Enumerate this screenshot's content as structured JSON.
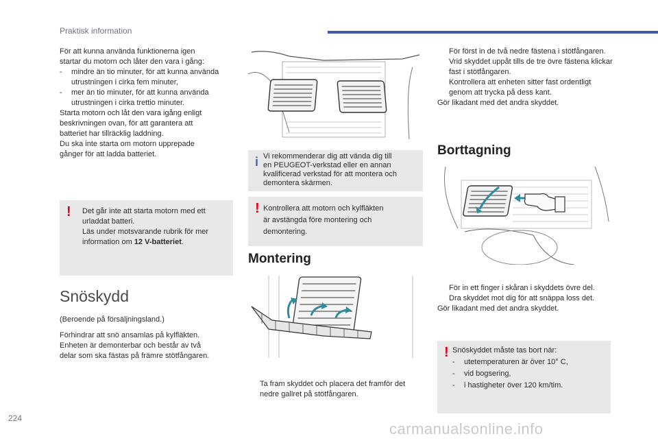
{
  "header": {
    "title": "Praktisk information"
  },
  "page_number": "224",
  "watermark": "carmanualsonline.info",
  "col1": {
    "intro_lines": [
      "För att kunna använda funktionerna igen",
      "startar du motorn och låter den vara i gång:"
    ],
    "dash_items": [
      "mindre än tio minuter, för att kunna använda utrustningen i cirka fem minuter,",
      "mer än tio minuter, för att kunna använda utrustningen i cirka trettio minuter."
    ],
    "dash_symbol": "-",
    "outro_lines": [
      "Starta motorn och låt den vara igång enligt",
      "beskrivningen ovan, för att garantera att",
      "batteriet har tillräcklig laddning.",
      "Du ska inte starta om motorn upprepade",
      "gånger för att ladda batteriet."
    ],
    "warning_box": {
      "mark": "!",
      "lines": [
        "Det går inte att starta motorn med ett",
        "urladdat batteri.",
        "Läs under motsvarande rubrik för mer"
      ],
      "last_prefix": "information om ",
      "last_bold": "12 V-batteriet",
      "last_suffix": "."
    },
    "heading": "Snöskydd",
    "note": "(Beroende på försäljningsland.)",
    "desc_lines": [
      "Förhindrar att snö ansamlas på kylfläkten.",
      "Enheten är demonterbar och består av två",
      "delar som ska fästas på främre stötfångaren."
    ]
  },
  "col2": {
    "info_box": {
      "mark": "i",
      "lines": [
        "Vi rekommenderar dig att vända dig till",
        "en PEUGEOT-verkstad eller en annan",
        "kvalificerad verkstad för att montera och",
        "demontera skärmen."
      ]
    },
    "warning_box": {
      "mark": "!",
      "lines": [
        "Kontrollera att motorn och kylfläkten",
        "är avstängda före montering och",
        "demontering."
      ]
    },
    "heading": "Montering",
    "bullet_symbol": "",
    "bullet": "Ta fram skyddet och placera det framför det nedre gallret på stötfångaren."
  },
  "col3": {
    "bullet_symbol": "",
    "bullets_top": [
      "För först in de två nedre fästena i stötfångaren.",
      "Vrid skyddet uppåt tills de tre övre fästena klickar fast i stötfångaren.",
      "Kontrollera att enheten sitter fast ordentligt genom att trycka på dess kant."
    ],
    "repeat_top": "Gör likadant med det andra skyddet.",
    "heading": "Borttagning",
    "bullets_bottom": [
      "För in ett finger i skåran i skyddets övre del.",
      "Dra skyddet mot dig för att snäppa loss det."
    ],
    "repeat_bottom": "Gör likadant med det andra skyddet.",
    "warning_box": {
      "mark": "!",
      "intro": "Snöskyddet måste tas bort när:",
      "dash_symbol": "-",
      "items": [
        "utetemperaturen är över 10° C,",
        "vid bogsering,",
        "i hastigheter över 120 km/tim."
      ]
    }
  },
  "colors": {
    "accent_bar": "#3d5ba8",
    "warning": "#e2001a",
    "info": "#3d6ab8",
    "box_bg": "#e8e8e8",
    "arrow": "#2f8a9e"
  }
}
